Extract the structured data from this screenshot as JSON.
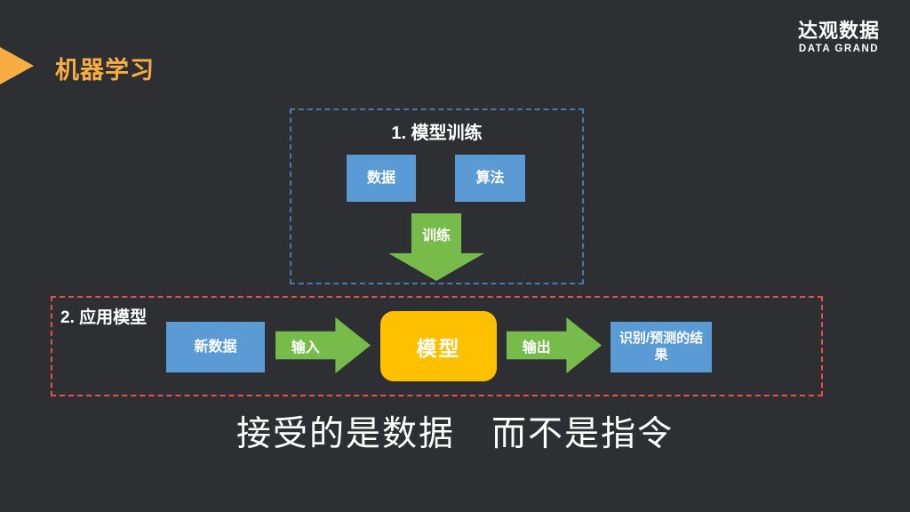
{
  "slide": {
    "background": "#2E2F33",
    "title": "机器学习",
    "logo": {
      "cn": "达观数据",
      "en": "DATA GRAND"
    },
    "tagline": "接受的是数据　而不是指令"
  },
  "colors": {
    "accent_orange": "#F8AD42",
    "node_blue": "#5B9BD5",
    "arrow_green": "#77BC4A",
    "model_yellow": "#FFC000",
    "training_border_blue": "#4678A8",
    "apply_border_red": "#E64F4F"
  },
  "training": {
    "label": "1. 模型训练",
    "data_node": "数据",
    "algorithm_node": "算法",
    "train_arrow": "训练"
  },
  "apply": {
    "label": "2. 应用模型",
    "new_data_node": "新数据",
    "input_arrow": "输入",
    "model_node": "模型",
    "output_arrow": "输出",
    "result_node": "识别/预测的结果"
  }
}
